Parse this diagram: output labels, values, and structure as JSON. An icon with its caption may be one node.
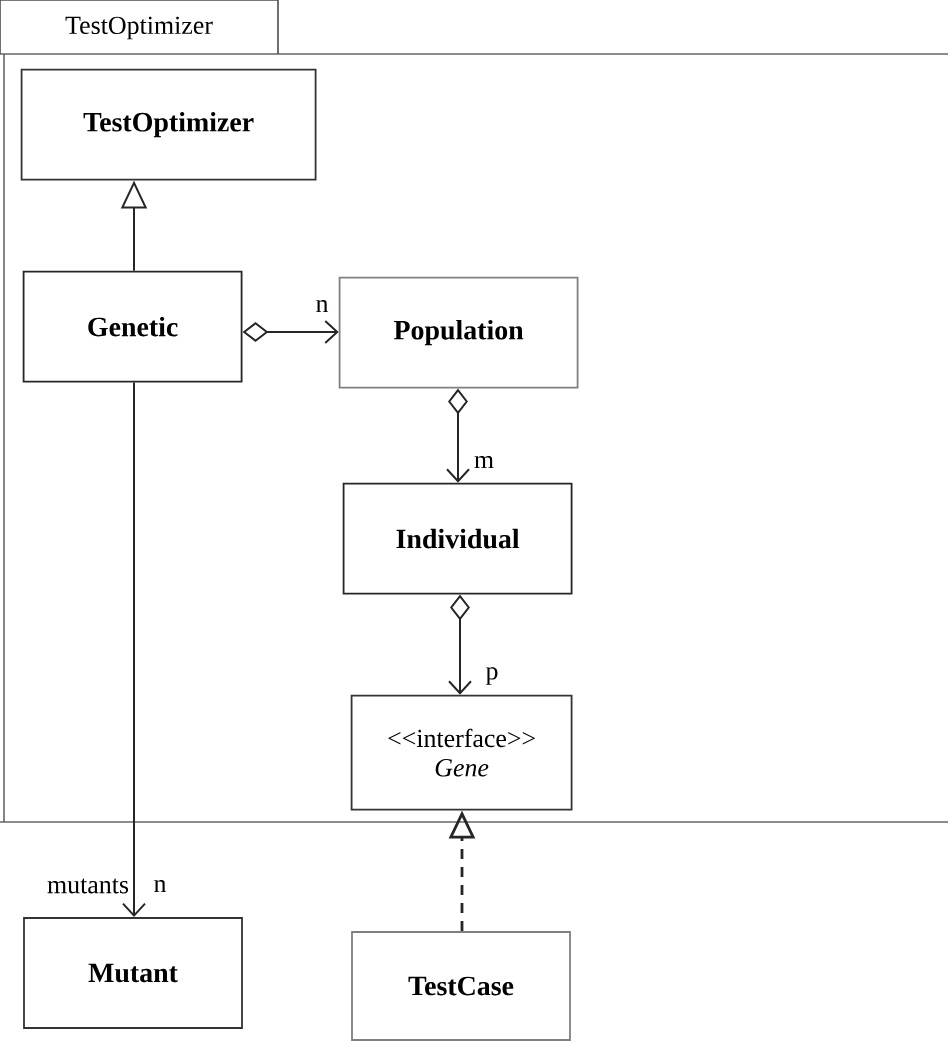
{
  "diagram": {
    "nodes": [
      {
        "text": [
          "TestOptimizer"
        ]
      },
      {
        "text": [
          "TestOptimizer"
        ],
        "in": 0
      },
      {
        "text": [
          "Genetic"
        ],
        "in": 0
      },
      {
        "text": [
          "Population"
        ],
        "in": 0
      },
      {
        "text": [
          "Individual"
        ],
        "in": 0
      },
      {
        "text": [
          "<<interface>>",
          "Gene"
        ],
        "in": 0
      },
      {
        "text": [
          "Mutant"
        ]
      },
      {
        "text": [
          "TestCase"
        ]
      }
    ],
    "edges": [
      {
        "from": 2,
        "to": 1,
        "arrow": "to"
      },
      {
        "from": 2,
        "to": 3,
        "arrow": "to",
        "label": "n"
      },
      {
        "from": 3,
        "to": 4,
        "arrow": "to",
        "label": "m"
      },
      {
        "from": 4,
        "to": 5,
        "arrow": "to",
        "label": "p"
      },
      {
        "from": 2,
        "to": 6,
        "arrow": "to",
        "label": "n"
      },
      {
        "from": 7,
        "to": 5,
        "arrow": "to",
        "style": "dashed"
      }
    ],
    "labels": [
      "mutants"
    ]
  }
}
